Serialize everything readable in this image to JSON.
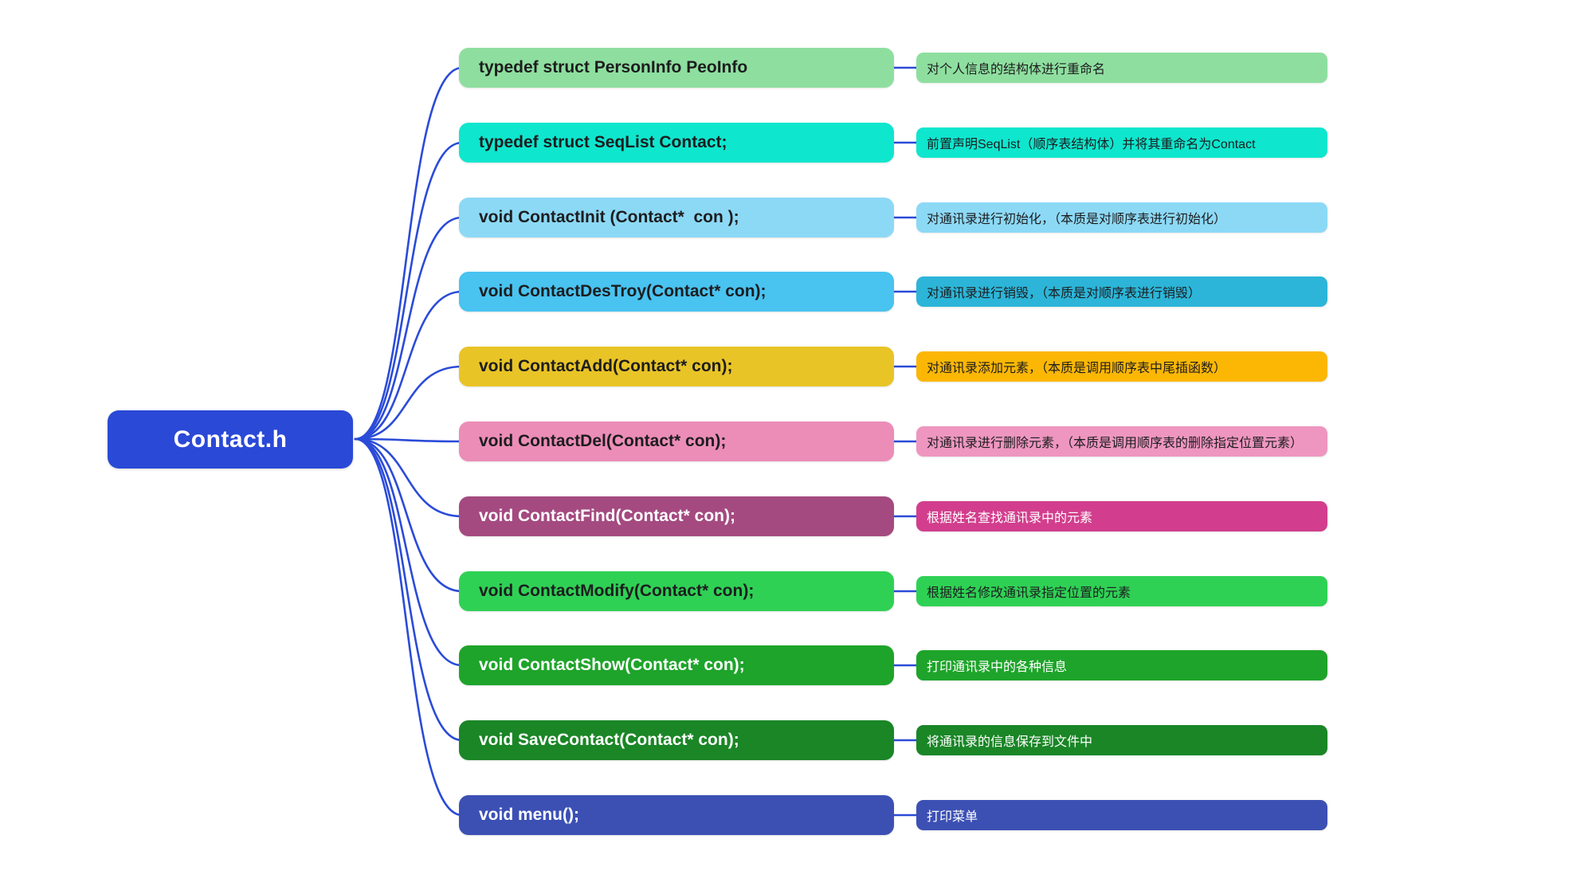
{
  "theme": {
    "line_color": "#2b4bd8",
    "canvas_bg": "#ffffff"
  },
  "root": {
    "label": "Contact.h",
    "bg": "#2a49d6",
    "color": "#ffffff"
  },
  "branches": [
    {
      "code": "typedef struct PersonInfo PeoInfo",
      "desc": "对个人信息的结构体进行重命名",
      "code_bg": "#8edf9f",
      "code_color": "#1d1d1f",
      "desc_bg": "#8edf9f",
      "desc_color": "#1d1d1f"
    },
    {
      "code": "typedef struct SeqList Contact;",
      "desc": "前置声明SeqList（顺序表结构体）并将其重命名为Contact",
      "code_bg": "#0fe6ce",
      "code_color": "#1d1d1f",
      "desc_bg": "#0fe6ce",
      "desc_color": "#1d1d1f"
    },
    {
      "code": "void ContactInit (Contact*  con );",
      "desc": "对通讯录进行初始化，（本质是对顺序表进行初始化）",
      "code_bg": "#8cd9f6",
      "code_color": "#1d1d1f",
      "desc_bg": "#8cd9f6",
      "desc_color": "#1d1d1f"
    },
    {
      "code": "void ContactDesTroy(Contact* con);",
      "desc": "对通讯录进行销毁，（本质是对顺序表进行销毁）",
      "code_bg": "#49c3f0",
      "code_color": "#1d1d1f",
      "desc_bg": "#2cb5d8",
      "desc_color": "#1d1d1f"
    },
    {
      "code": "void ContactAdd(Contact* con);",
      "desc": "对通讯录添加元素，（本质是调用顺序表中尾插函数）",
      "code_bg": "#e9c427",
      "code_color": "#1d1d1f",
      "desc_bg": "#fcb705",
      "desc_color": "#1d1d1f"
    },
    {
      "code": "void ContactDel(Contact* con);",
      "desc": "对通讯录进行删除元素，（本质是调用顺序表的删除指定位置元素）",
      "code_bg": "#ec8db7",
      "code_color": "#1d1d1f",
      "desc_bg": "#ee96c0",
      "desc_color": "#1d1d1f"
    },
    {
      "code": "void ContactFind(Contact* con);",
      "desc": "根据姓名查找通讯录中的元素",
      "code_bg": "#a44a80",
      "code_color": "#ffffff",
      "desc_bg": "#d23e8d",
      "desc_color": "#ffffff"
    },
    {
      "code": "void ContactModify(Contact* con);",
      "desc": "根据姓名修改通讯录指定位置的元素",
      "code_bg": "#2fd155",
      "code_color": "#1d1d1f",
      "desc_bg": "#2fd155",
      "desc_color": "#1d1d1f"
    },
    {
      "code": "void ContactShow(Contact* con);",
      "desc": "打印通讯录中的各种信息",
      "code_bg": "#1ea42a",
      "code_color": "#ffffff",
      "desc_bg": "#1ea42a",
      "desc_color": "#ffffff"
    },
    {
      "code": "void SaveContact(Contact* con);",
      "desc": "将通讯录的信息保存到文件中",
      "code_bg": "#1a8626",
      "code_color": "#ffffff",
      "desc_bg": "#1a8626",
      "desc_color": "#ffffff"
    },
    {
      "code": "void menu();",
      "desc": "打印菜单",
      "code_bg": "#3c50b4",
      "code_color": "#ffffff",
      "desc_bg": "#3c50b4",
      "desc_color": "#ffffff"
    }
  ]
}
